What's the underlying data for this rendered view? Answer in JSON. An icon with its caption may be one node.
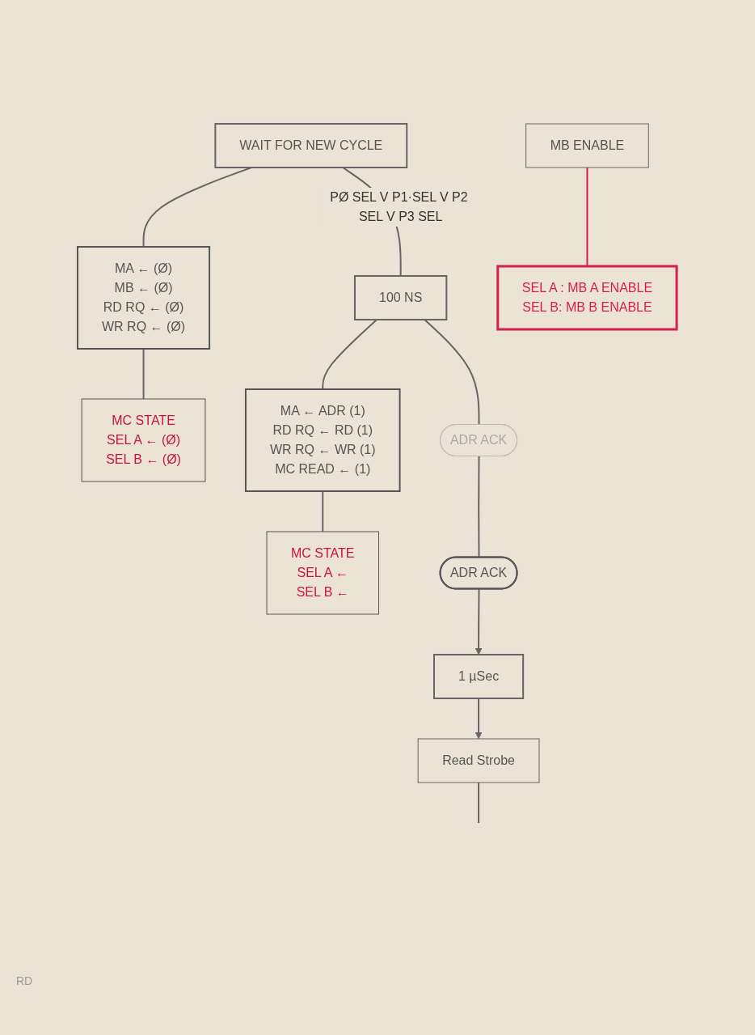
{
  "diagram": {
    "nodes": [
      {
        "text": [
          "WAIT FOR NEW CYCLE"
        ]
      },
      {
        "text": [
          "MA ← (Ø)",
          "MB ← (Ø)",
          "RD RQ ← (Ø)",
          "WR RQ ← (Ø)"
        ]
      },
      {
        "text": [
          "MC STATE",
          "SEL A ← (Ø)",
          "SEL B ← (Ø)"
        ]
      },
      {
        "text": [
          "100 NS"
        ]
      },
      {
        "text": [
          "MA ← ADR (1)",
          "RD RQ ← RD (1)",
          "WR RQ ← WR (1)",
          "MC READ ← (1)"
        ]
      },
      {
        "text": [
          "MC STATE",
          "SEL A ←",
          "SEL B ←"
        ]
      },
      {
        "text": [
          "ADR ACK"
        ]
      },
      {
        "text": [
          "MB ENABLE"
        ]
      },
      {
        "text": [
          "SEL A : MB A ENABLE",
          "SEL B: MB B ENABLE"
        ]
      },
      {
        "text": [
          "ADR ACK"
        ]
      },
      {
        "text": [
          "1 µSec"
        ]
      },
      {
        "text": [
          "Read Strobe"
        ]
      }
    ],
    "edges": [
      {
        "from": 0,
        "to": 3,
        "arrow": "none",
        "label": "PØ SEL V P1·SEL V P2 SEL V P3 SEL"
      },
      {
        "from": 0,
        "to": 1,
        "arrow": "none"
      },
      {
        "from": 1,
        "to": 2,
        "arrow": "none"
      },
      {
        "from": 3,
        "to": 4,
        "arrow": "none"
      },
      {
        "from": 4,
        "to": 5,
        "arrow": "none"
      },
      {
        "from": 3,
        "to": 6,
        "arrow": "none"
      },
      {
        "from": 6,
        "to": 9,
        "arrow": "none"
      },
      {
        "from": 7,
        "to": 8,
        "arrow": "none",
        "color": "#d81e4a"
      },
      {
        "from": 9,
        "to": 10,
        "arrow": "to"
      },
      {
        "from": 10,
        "to": 11,
        "arrow": "to"
      },
      {
        "from": 11,
        "to": null,
        "arrow": "none"
      }
    ],
    "labels": [
      "RD"
    ]
  }
}
